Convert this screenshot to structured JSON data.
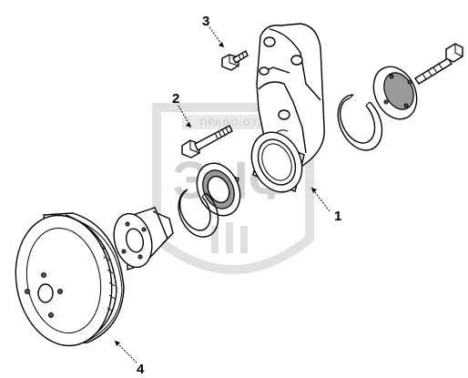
{
  "watermark": {
    "logo_text": "ЭНФ",
    "banner_text": "ПРАВО ОТД"
  },
  "callouts": [
    {
      "id": "1",
      "label": "1"
    },
    {
      "id": "2",
      "label": "2"
    },
    {
      "id": "3",
      "label": "3"
    },
    {
      "id": "4",
      "label": "4"
    }
  ]
}
